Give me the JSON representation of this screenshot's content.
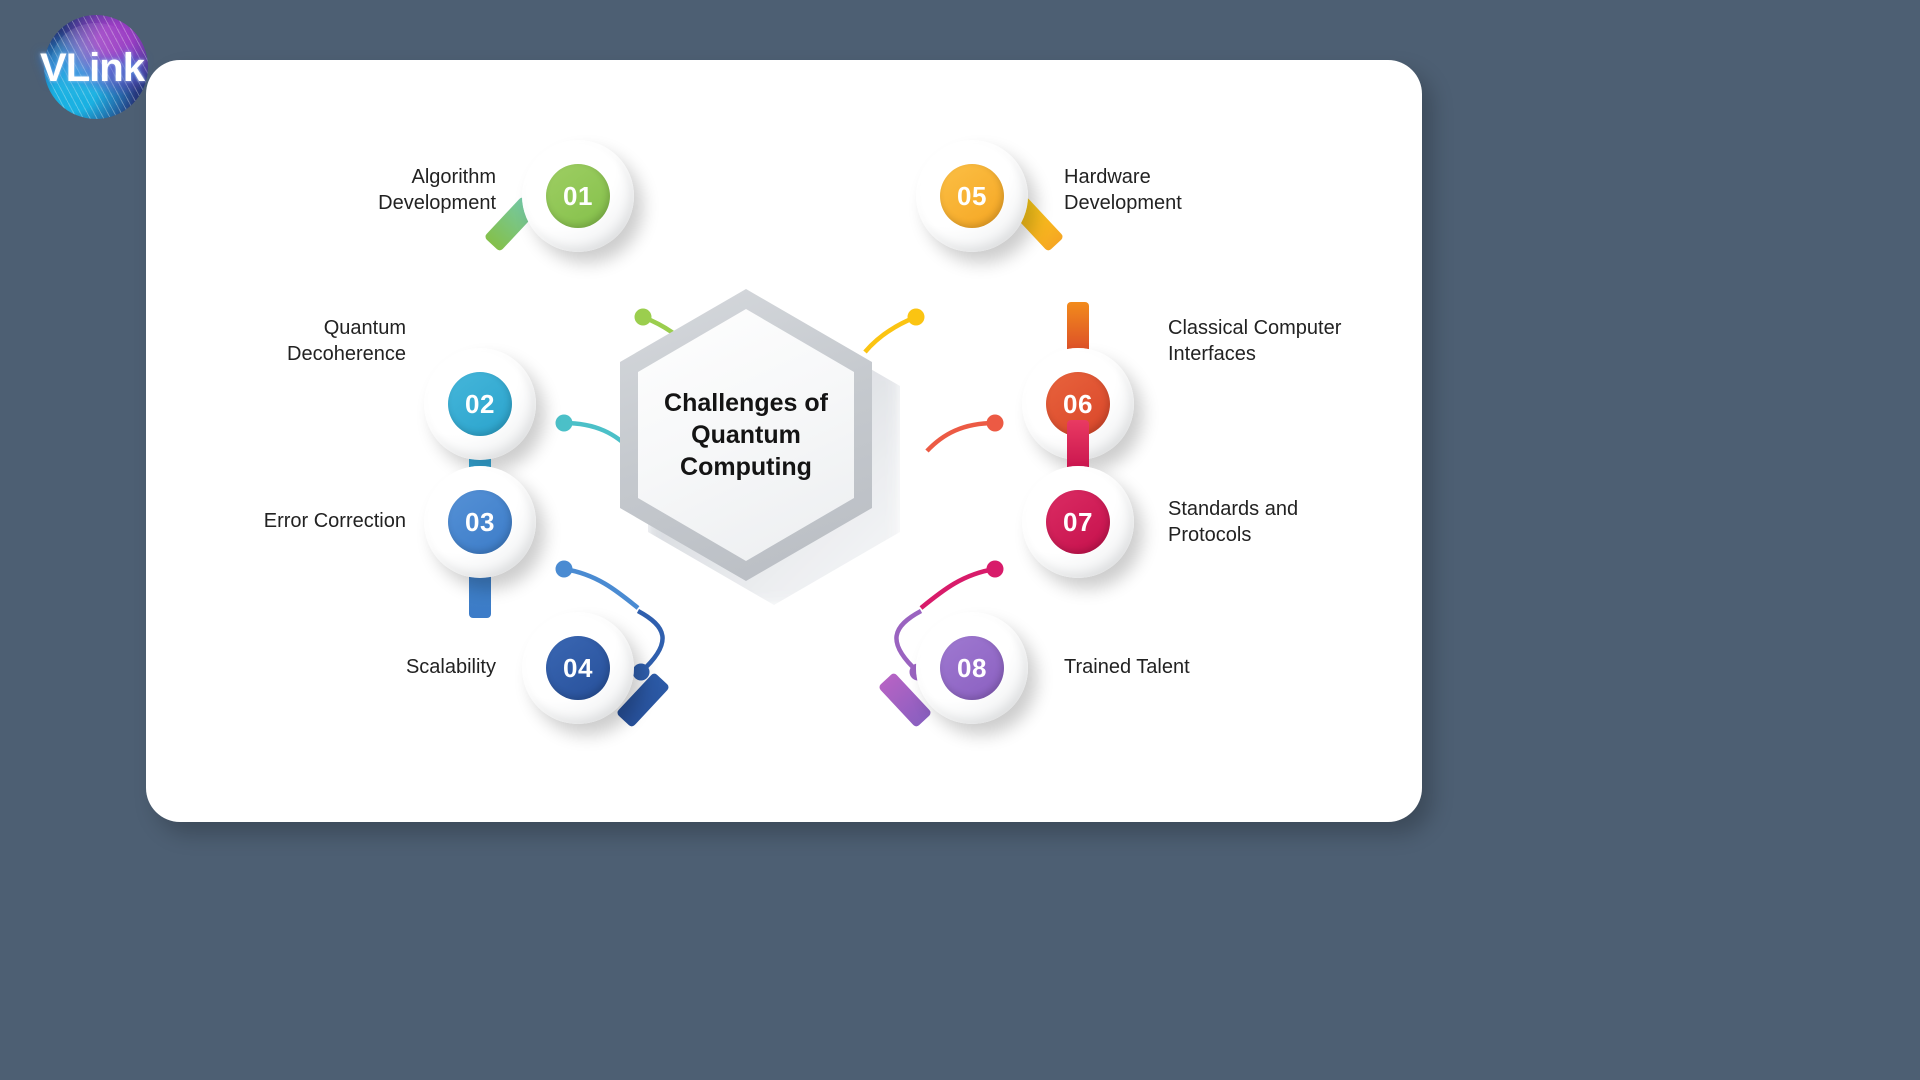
{
  "brand": {
    "wordmark": "VLink",
    "logo_icon": "globe-icon"
  },
  "background_color": "#4d5f73",
  "card_color": "#ffffff",
  "center": {
    "title": "Challenges of Quantum Computing",
    "shape": "hexagon",
    "outer_color": "#c5c9ce",
    "inner_color": "#f7f8f9"
  },
  "nodes": [
    {
      "number": "01",
      "label": "Algorithm\nDevelopment",
      "side": "left",
      "color": "#84c04a",
      "color_light": "#9ece63",
      "tab_color": "#74c9a8",
      "link_color": "#9bce4e"
    },
    {
      "number": "02",
      "label": "Quantum\nDecoherence",
      "side": "left",
      "color": "#2aa3cc",
      "color_light": "#45b6da",
      "tab_color": "#3aa9dc",
      "link_color": "#4bc0c8"
    },
    {
      "number": "03",
      "label": "Error Correction",
      "side": "left",
      "color": "#3c7cc8",
      "color_light": "#5591d6",
      "tab_color": "#3f7fc4",
      "link_color": "#4a8bd2"
    },
    {
      "number": "04",
      "label": "Scalability",
      "side": "left",
      "color": "#27509a",
      "color_light": "#3a67b3",
      "tab_color": "#2c5aa6",
      "link_color": "#2f5fae"
    },
    {
      "number": "05",
      "label": "Hardware\nDevelopment",
      "side": "right",
      "color": "#f5a623",
      "color_light": "#fbbf45",
      "tab_color": "#fdd018",
      "link_color": "#fbc412"
    },
    {
      "number": "06",
      "label": "Classical Computer\nInterfaces",
      "side": "right",
      "color": "#d9462a",
      "color_light": "#e8633c",
      "tab_color": "#f28b1c",
      "link_color": "#ec5a44"
    },
    {
      "number": "07",
      "label": "Standards and\nProtocols",
      "side": "right",
      "color": "#c5104c",
      "color_light": "#db2c63",
      "tab_color": "#e93a62",
      "link_color": "#d81b6a"
    },
    {
      "number": "08",
      "label": "Trained Talent",
      "side": "right",
      "color": "#8a5fc0",
      "color_light": "#9f79d1",
      "tab_color": "#b563c4",
      "link_color": "#9a63c0"
    }
  ]
}
